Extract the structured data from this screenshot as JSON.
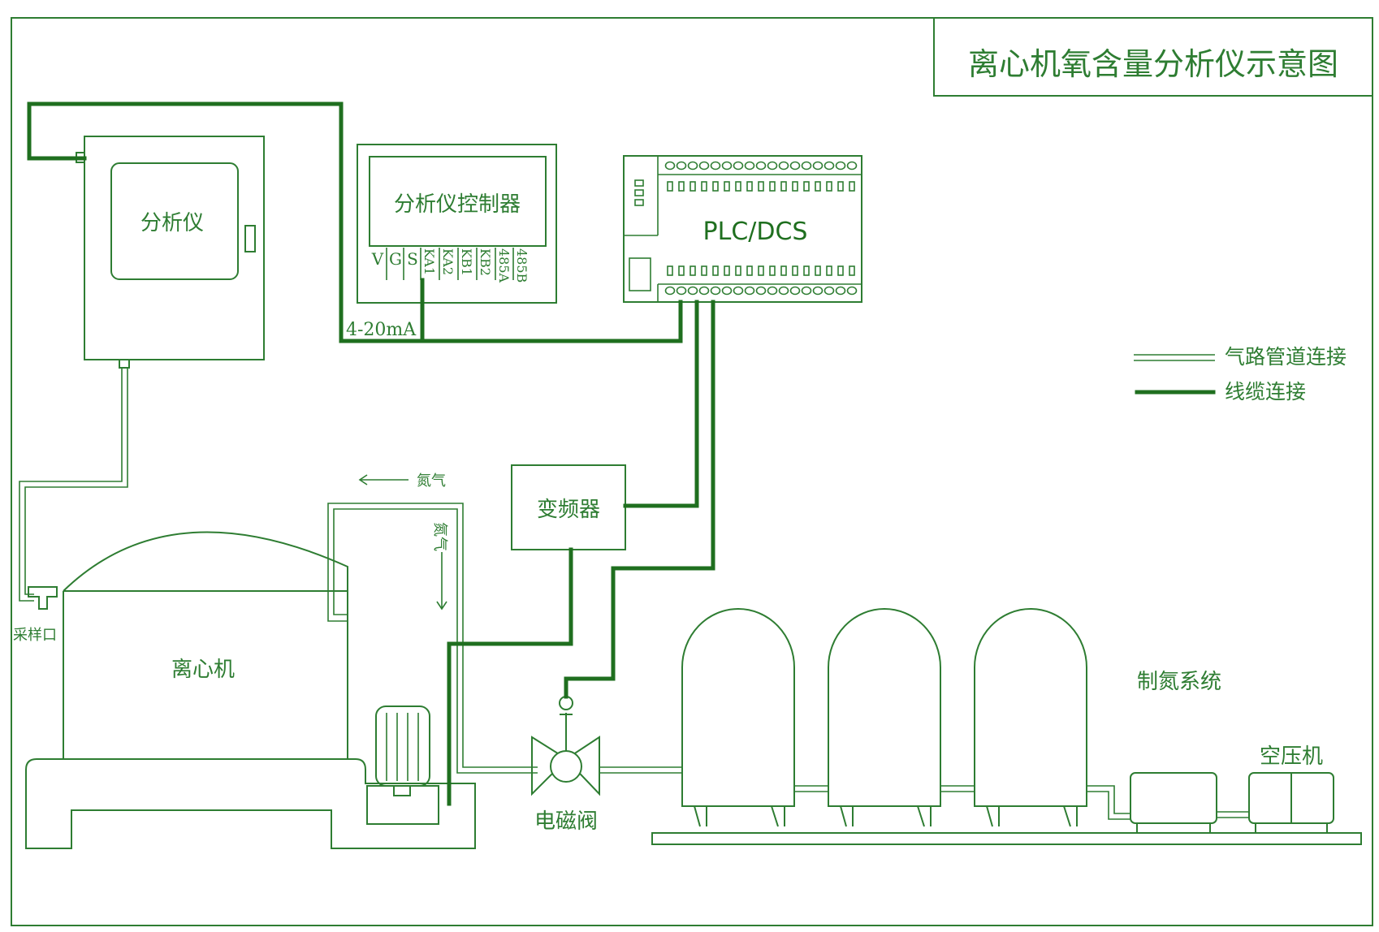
{
  "title": "离心机氧含量分析仪示意图",
  "analyzer": {
    "label": "分析仪"
  },
  "controller": {
    "label": "分析仪控制器",
    "terminals": [
      "V",
      "G",
      "S",
      "KA1",
      "KA2",
      "KB1",
      "KB2",
      "485A",
      "485B"
    ]
  },
  "plc": {
    "label": "PLC/DCS"
  },
  "signal": {
    "label": "4-20mA"
  },
  "centrifuge": {
    "label": "离心机",
    "sample_port": "采样口"
  },
  "nitrogen": {
    "label_top": "氮气",
    "label_side": "氮气"
  },
  "vfd": {
    "label": "变频器"
  },
  "valve": {
    "label": "电磁阀"
  },
  "nitrogen_system": {
    "label": "制氮系统"
  },
  "compressor": {
    "label": "空压机"
  },
  "legend": {
    "gas_pipe": "气路管道连接",
    "cable": "线缆连接"
  },
  "colors": {
    "line": "#2e7d32",
    "cable": "#1f6f1f",
    "background": "#ffffff"
  }
}
